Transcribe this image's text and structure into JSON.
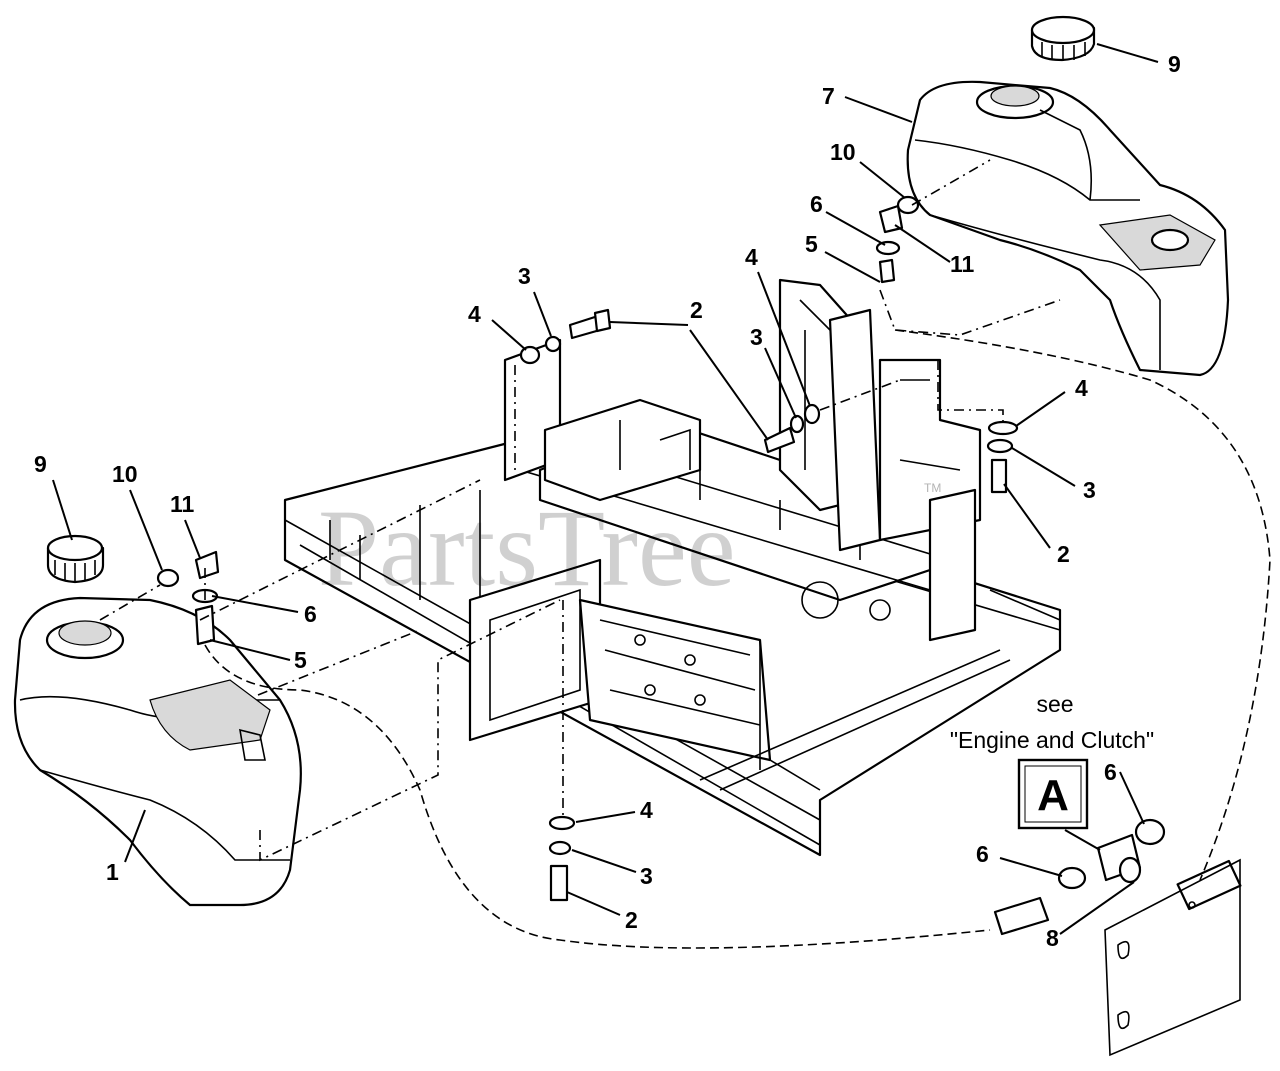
{
  "watermark": {
    "text": "PartsTree",
    "tm": "TM"
  },
  "callouts": {
    "left_tank": "1",
    "left_cap": "9",
    "left_grommet": "10",
    "left_elbow": "11",
    "left_clamp": "6",
    "left_hose": "5",
    "right_tank": "7",
    "right_cap": "9",
    "right_grommet": "10",
    "right_clamp": "6",
    "right_elbow": "11",
    "right_hose": "5",
    "top_bolts": "2",
    "top_washer_a": "3",
    "top_lockwasher_a": "4",
    "mid_washer": "3",
    "mid_lockwasher": "4",
    "right_lockwasher": "4",
    "right_washer": "3",
    "right_bolt": "2",
    "bottom_lockwasher": "4",
    "bottom_washer": "3",
    "bottom_bolt": "2",
    "valve_clamp_a": "6",
    "valve_clamp_b": "6",
    "shutoff_valve": "8"
  },
  "reference_note": {
    "line1": "see",
    "line2": "\"Engine and Clutch\"",
    "box_letter": "A"
  },
  "colors": {
    "ink": "#000000",
    "paper": "#ffffff",
    "watermark": "#bdbdbd"
  }
}
